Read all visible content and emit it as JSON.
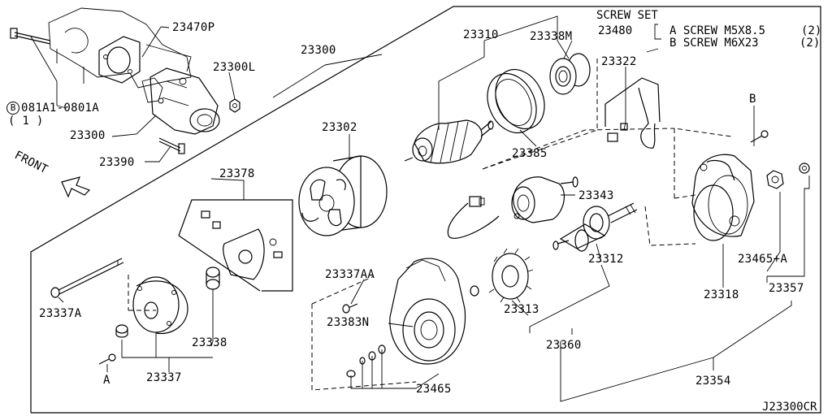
{
  "screw_set": {
    "title": "SCREW SET",
    "code": "23480",
    "a_label": "A SCREW M5X8.5",
    "a_qty": "(2)",
    "b_label": "B SCREW M6X23",
    "b_qty": "(2)"
  },
  "bolt_ref": {
    "circled": "B",
    "code": "081A1-0801A",
    "qty": "( 1 )"
  },
  "front_label": "FRONT",
  "marker_a": "A",
  "marker_b": "B",
  "ref_code": "J23300CR",
  "labels": {
    "p23470P": "23470P",
    "p23300L": "23300L",
    "p23300a": "23300",
    "p23300b": "23300",
    "p23390": "23390",
    "p23378": "23378",
    "p23302": "23302",
    "p23310": "23310",
    "p23338M": "23338M",
    "p23322": "23322",
    "p23385": "23385",
    "p23343": "23343",
    "p23312": "23312",
    "p23313": "23313",
    "p23360": "23360",
    "p23337AA": "23337AA",
    "p23383N": "23383N",
    "p23465": "23465",
    "p23337A": "23337A",
    "p23338": "23338",
    "p23337": "23337",
    "p23318": "23318",
    "p23465A": "23465+A",
    "p23357": "23357",
    "p23354": "23354"
  }
}
